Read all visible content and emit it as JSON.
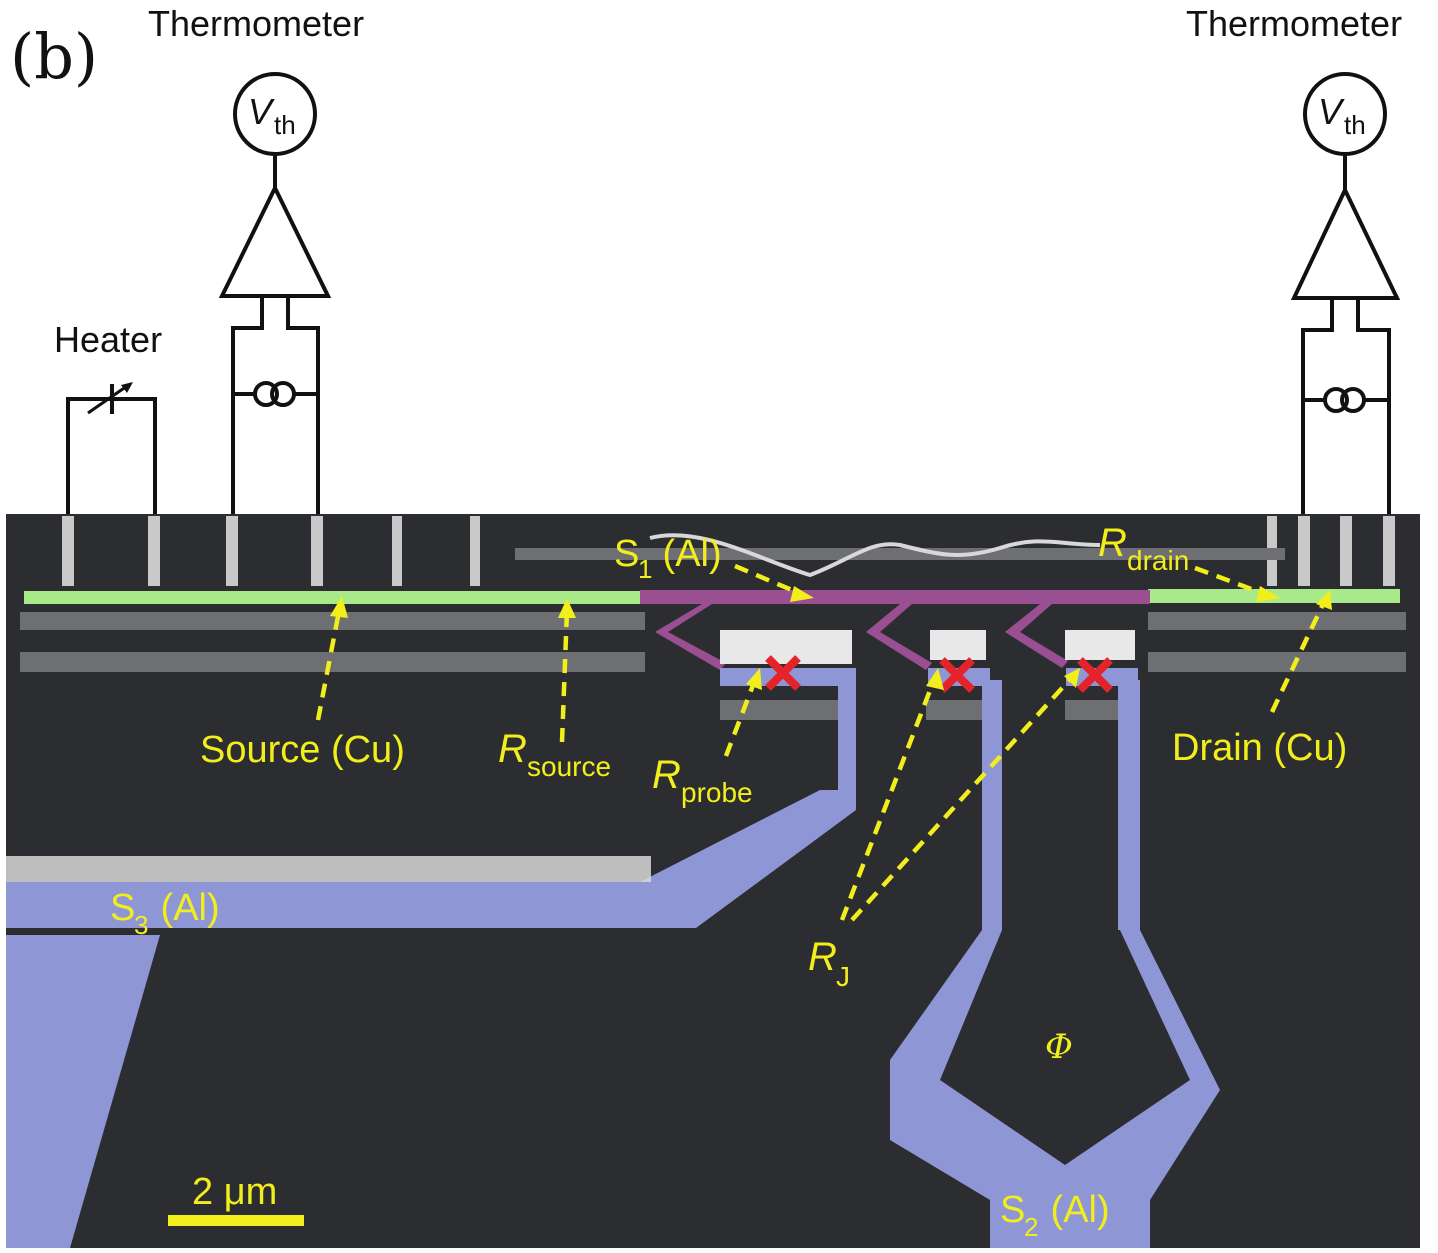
{
  "panel_label": "(b)",
  "thermometer_left": {
    "label": "Thermometer",
    "symbol_main": "V",
    "symbol_sub": "th"
  },
  "thermometer_right": {
    "label": "Thermometer",
    "symbol_main": "V",
    "symbol_sub": "th"
  },
  "heater": {
    "label": "Heater"
  },
  "sem_labels": {
    "source": "Source (Cu)",
    "drain": "Drain (Cu)",
    "r_source_main": "R",
    "r_source_sub": "source",
    "r_probe_main": "R",
    "r_probe_sub": "probe",
    "r_drain_main": "R",
    "r_drain_sub": "drain",
    "r_j_main": "R",
    "r_j_sub": "J",
    "s1_main": "S",
    "s1_sub": "1",
    "s1_rest": " (Al)",
    "s2_main": "S",
    "s2_sub": "2",
    "s2_rest": " (Al)",
    "s3_main": "S",
    "s3_sub": "3",
    "s3_rest": " (Al)",
    "flux": "Φ"
  },
  "scale_bar": {
    "label": "2 μm"
  },
  "colors": {
    "label_yellow": "#f2ee1c",
    "substrate": "#2c2d30",
    "copper_green": "#a8ea8a",
    "aluminum_blue": "#8e96d6",
    "s1_purple": "#9a4f93",
    "junction_red": "#e4232a"
  }
}
